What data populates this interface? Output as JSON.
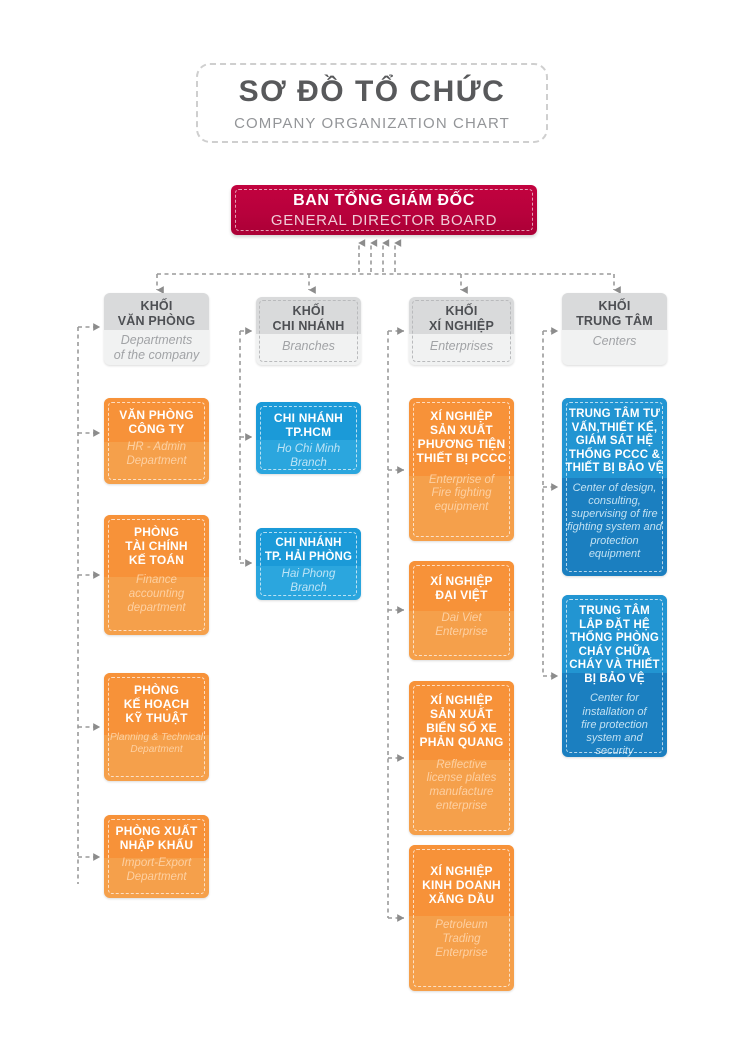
{
  "title": {
    "main": "SƠ ĐỒ TỔ CHỨC",
    "sub": "COMPANY ORGANIZATION CHART"
  },
  "director": {
    "vi": "BAN TỔNG GIÁM ĐỐC",
    "en": "GENERAL DIRECTOR BOARD"
  },
  "colors": {
    "director": "#bb013d",
    "category": "#f1f2f2",
    "orange": "#f5a04b",
    "blue_light": "#2ba6de",
    "blue_deep": "#1b7fc0",
    "connector": "#9a9a9a",
    "title_text": "#58595b"
  },
  "columns": [
    {
      "category": {
        "vi": "KHỐI\nVĂN PHÒNG",
        "en": "Departments\nof the company",
        "style": "plain"
      },
      "nodes": [
        {
          "vi": "VĂN PHÒNG\nCÔNG TY",
          "en": "HR - Admin\nDepartment"
        },
        {
          "vi": "PHÒNG\nTÀI CHÍNH\nKẾ TOÁN",
          "en": "Finance\naccounting\ndepartment"
        },
        {
          "vi": "PHÒNG\nKẾ HOẠCH\nKỸ THUẬT",
          "en": "Planning & Technical\nDepartment"
        },
        {
          "vi": "PHÒNG XUẤT\nNHẬP KHẨU",
          "en": "Import-Export\nDepartment"
        }
      ]
    },
    {
      "category": {
        "vi": "KHỐI\nCHI NHÁNH",
        "en": "Branches",
        "style": "dashed"
      },
      "nodes": [
        {
          "vi": "CHI NHÁNH\nTP.HCM",
          "en": "Ho Chi Minh\nBranch"
        },
        {
          "vi": "CHI NHÁNH\nTP. HẢI PHÒNG",
          "en": "Hai Phong\nBranch"
        }
      ]
    },
    {
      "category": {
        "vi": "KHỐI\nXÍ NGHIỆP",
        "en": "Enterprises",
        "style": "dashed"
      },
      "nodes": [
        {
          "vi": "XÍ NGHIỆP\nSẢN XUẤT\nPHƯƠNG TIỆN\nTHIẾT BỊ PCCC",
          "en": "Enterprise of\nFire fighting\nequipment"
        },
        {
          "vi": "XÍ NGHIỆP\nĐẠI VIỆT",
          "en": "Dai Viet\nEnterprise"
        },
        {
          "vi": "XÍ NGHIỆP\nSẢN XUẤT\nBIỂN SỐ XE\nPHẢN QUANG",
          "en": "Reflective\nlicense plates\nmanufacture\nenterprise"
        },
        {
          "vi": "XÍ NGHIỆP\nKINH DOANH\nXĂNG DẦU",
          "en": "Petroleum\nTrading\nEnterprise"
        }
      ]
    },
    {
      "category": {
        "vi": "KHỐI\nTRUNG TÂM",
        "en": "Centers",
        "style": "plain"
      },
      "nodes": [
        {
          "vi": "TRUNG TÂM TƯ\nVẤN,THIẾT KẾ,\nGIÁM SÁT HỆ\nTHỐNG PCCC &\nTHIẾT BỊ BẢO VỆ",
          "en": "Center of design,\nconsulting,\nsupervising of fire\nfighting system and\nprotection\nequipment"
        },
        {
          "vi": "TRUNG TÂM\nLẮP ĐẶT HỆ\nTHỐNG PHÒNG\nCHÁY CHỮA\nCHÁY VÀ THIẾT\nBỊ BẢO VỆ",
          "en": "Center for\ninstallation of\nfire protection\nsystem and\nsecurity\nequipment"
        }
      ]
    }
  ]
}
